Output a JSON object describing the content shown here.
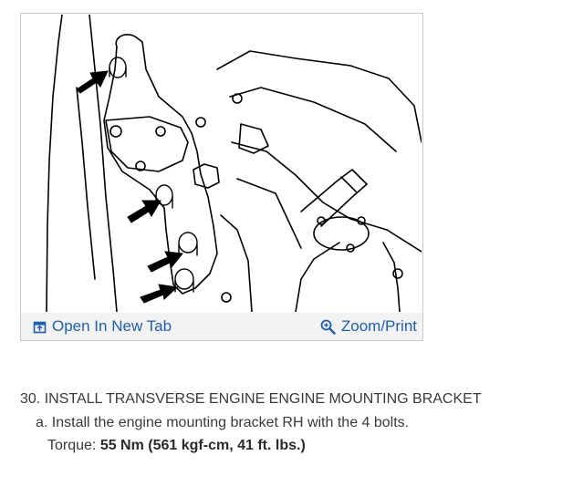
{
  "figure": {
    "toolbar": {
      "open_label": "Open In New Tab",
      "zoom_label": "Zoom/Print",
      "open_icon": "open-in-new-tab-icon",
      "zoom_icon": "magnifier-icon"
    },
    "link_color": "#1f5fa6",
    "toolbar_bg": "#f2f2f2"
  },
  "step": {
    "title": "30. INSTALL TRANSVERSE ENGINE ENGINE MOUNTING BRACKET",
    "sub": "a. Install the engine mounting bracket RH with the 4 bolts.",
    "torque_label": "Torque: ",
    "torque_value": "55 Nm (561 kgf-cm, 41 ft. lbs.)"
  }
}
